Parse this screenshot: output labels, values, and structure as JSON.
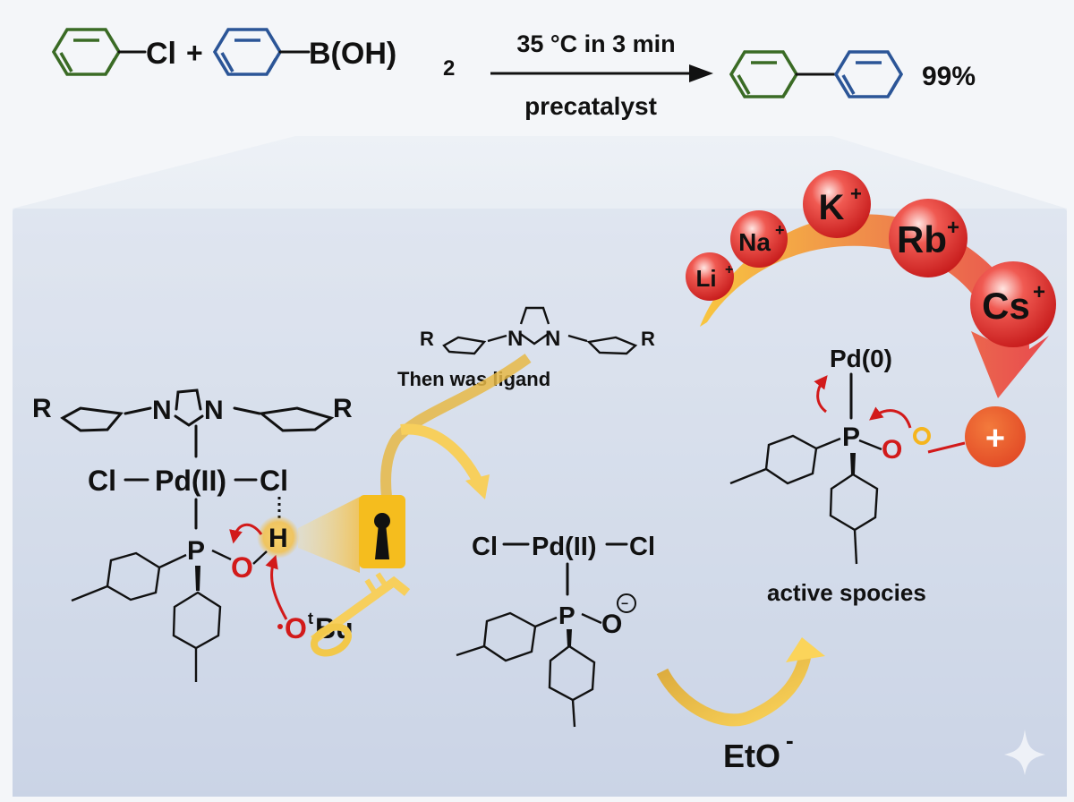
{
  "reaction": {
    "reactant1_substituent": "Cl",
    "plus": "+",
    "reactant2_substituent": "B(OH)",
    "reactant2_subscript": "2",
    "condition_top": "35 °C in 3 min",
    "condition_bottom": "precatalyst",
    "yield": "99%",
    "colors": {
      "ring_1": "#3a6b25",
      "ring_2": "#2b5597"
    }
  },
  "cations": [
    {
      "symbol": "Li",
      "charge": "+"
    },
    {
      "symbol": "Na",
      "charge": "+"
    },
    {
      "symbol": "K",
      "charge": "+"
    },
    {
      "symbol": "Rb",
      "charge": "+"
    },
    {
      "symbol": "Cs",
      "charge": "+"
    }
  ],
  "ligand": {
    "r_left": "R",
    "r_right": "R",
    "n_left": "N",
    "n_right": "N",
    "caption": "Then was ligand"
  },
  "precatalyst": {
    "cl_left": "Cl",
    "pd": "Pd(II)",
    "cl_right": "Cl",
    "r_left": "R",
    "r_right": "R",
    "n_left": "N",
    "n_right": "N",
    "p": "P",
    "o": "O",
    "h": "H",
    "base_o": "O",
    "base_group": "Bu",
    "base_superscript": "t"
  },
  "intermediate": {
    "cl_left": "Cl",
    "pd": "Pd(II)",
    "cl_right": "Cl",
    "p": "P",
    "o": "O",
    "charge": "−"
  },
  "active_species": {
    "pd": "Pd(0)",
    "p": "P",
    "o": "O",
    "cation_charge": "+",
    "caption": "active spocies"
  },
  "reagent": {
    "label": "EtO",
    "charge": "-"
  },
  "colors": {
    "arrow_red": "#d21a1a",
    "cation_sphere": "#e53935",
    "key_gold": "#f5c242",
    "panel_bg": "#dde4ee"
  }
}
